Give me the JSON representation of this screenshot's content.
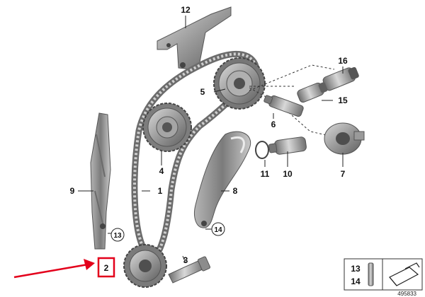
{
  "diagram": {
    "part_labels": {
      "p1": "1",
      "p2": "2",
      "p3": "3",
      "p4": "4",
      "p5": "5",
      "p6": "6",
      "p7": "7",
      "p8": "8",
      "p9": "9",
      "p10": "10",
      "p11": "11",
      "p12": "12",
      "p13": "13",
      "p14": "14",
      "p15": "15",
      "p16": "16"
    },
    "circled_refs": {
      "left": "13",
      "right": "14"
    },
    "legend": {
      "top": "13",
      "bottom": "14"
    },
    "catalog_number": "495833",
    "colors": {
      "highlight": "#e3001b",
      "part_gray": "#8a8a8a",
      "text": "#111111"
    }
  }
}
